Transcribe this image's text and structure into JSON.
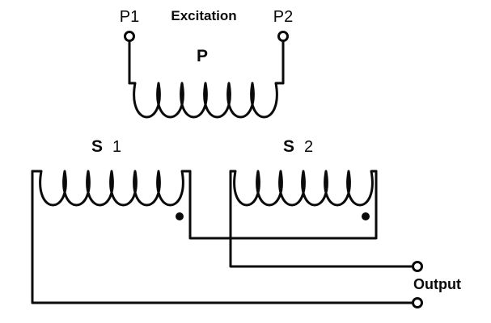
{
  "labels": {
    "p1": "P1",
    "p2": "P2",
    "excitation": "Excitation",
    "primary_coil": "P",
    "secondary1_letter": "S",
    "secondary1_number": "1",
    "secondary2_letter": "S",
    "secondary2_number": "2",
    "output": "Output"
  },
  "colors": {
    "wire": "#0a0a0a",
    "background": "#ffffff"
  }
}
